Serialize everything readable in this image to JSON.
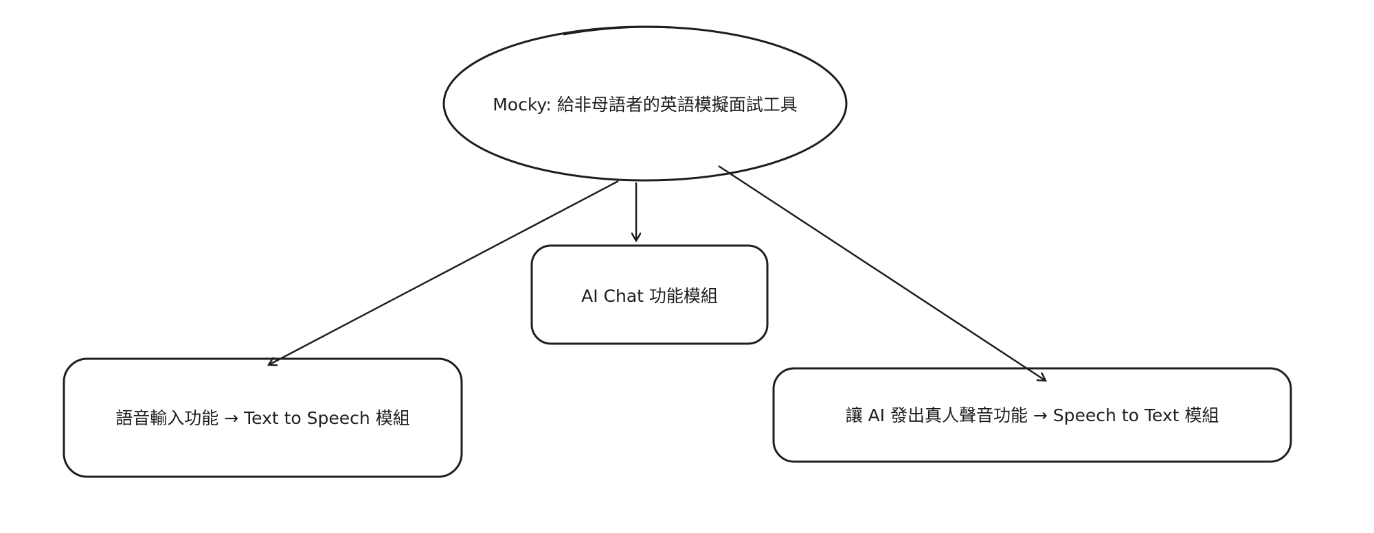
{
  "diagram": {
    "root": {
      "label": "Mocky: 給非母語者的英語模擬面試工具"
    },
    "nodes": [
      {
        "id": "left",
        "label": "語音輸入功能 → Text to Speech 模組"
      },
      {
        "id": "center",
        "label": "AI Chat 功能模組"
      },
      {
        "id": "right",
        "label": "讓 AI 發出真人聲音功能 → Speech to Text 模組"
      }
    ],
    "edges": [
      {
        "from": "root",
        "to": "left"
      },
      {
        "from": "root",
        "to": "center"
      },
      {
        "from": "root",
        "to": "right"
      }
    ],
    "colors": {
      "stroke": "#1e1e1e",
      "background": "#ffffff"
    }
  }
}
